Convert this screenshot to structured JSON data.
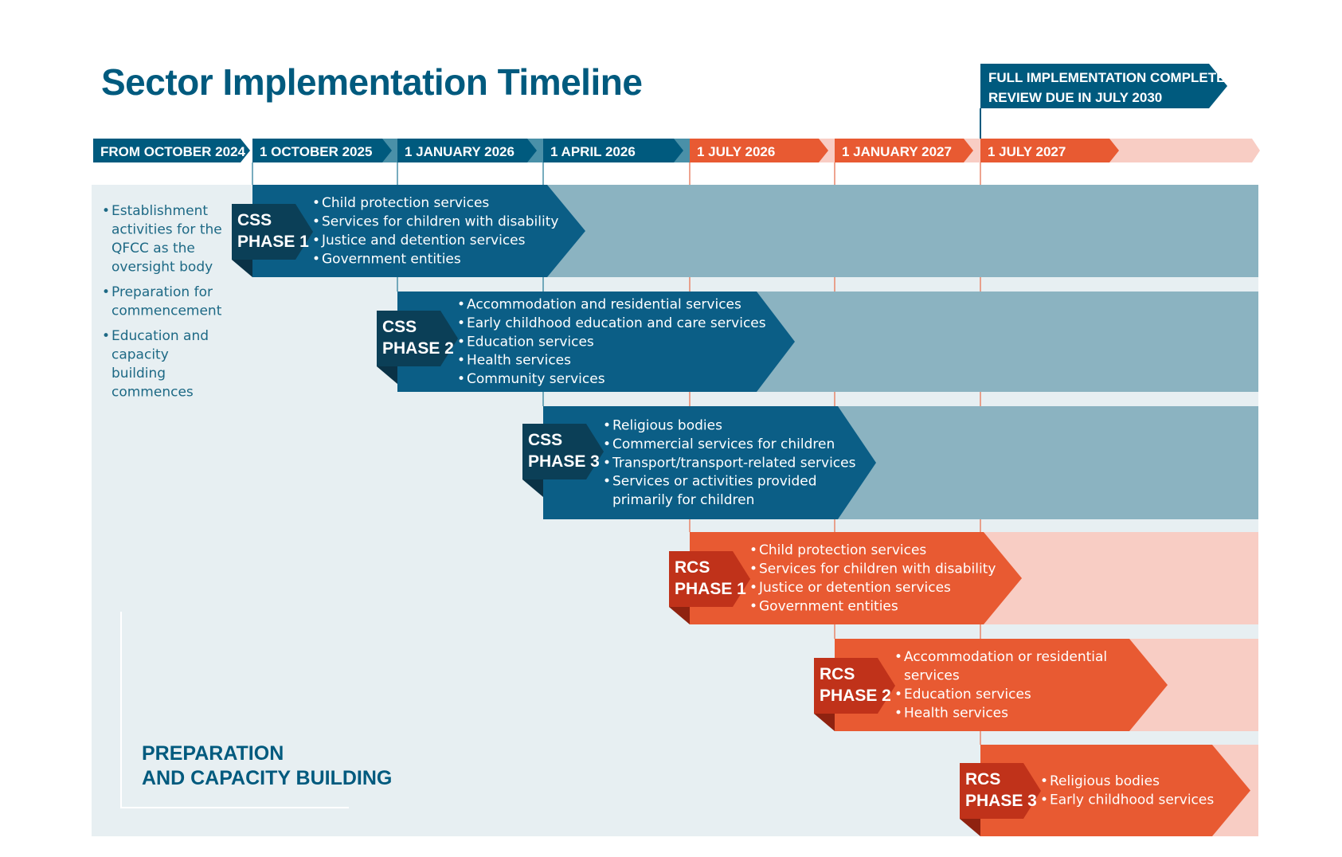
{
  "title": "Sector Implementation Timeline",
  "final_milestone": {
    "line1": "FULL IMPLEMENTATION COMPLETE",
    "line2": "REVIEW DUE IN JULY 2030"
  },
  "timeline": [
    {
      "label": "FROM OCTOBER 2024",
      "track": "CSS"
    },
    {
      "label": "1 OCTOBER 2025",
      "track": "CSS"
    },
    {
      "label": "1 JANUARY 2026",
      "track": "CSS"
    },
    {
      "label": "1 APRIL 2026",
      "track": "CSS"
    },
    {
      "label": "1 JULY 2026",
      "track": "RCS"
    },
    {
      "label": "1 JANUARY 2027",
      "track": "RCS"
    },
    {
      "label": "1 JULY 2027",
      "track": "RCS"
    }
  ],
  "preparation": {
    "bullets": [
      [
        "Establishment",
        "activities for the",
        "QFCC as the",
        "oversight body"
      ],
      [
        "Preparation for",
        "commencement"
      ],
      [
        "Education and",
        "capacity",
        "building",
        "commences"
      ]
    ],
    "label_line1": "PREPARATION",
    "label_line2": "AND CAPACITY BUILDING"
  },
  "phases": [
    {
      "scheme": "CSS",
      "badge_line1": "CSS",
      "badge_line2": "PHASE 1",
      "start": "1 OCTOBER 2025",
      "items": [
        [
          "Child protection services"
        ],
        [
          "Services for children with disability"
        ],
        [
          "Justice and detention services"
        ],
        [
          "Government entities"
        ]
      ]
    },
    {
      "scheme": "CSS",
      "badge_line1": "CSS",
      "badge_line2": "PHASE 2",
      "start": "1 JANUARY 2026",
      "items": [
        [
          "Accommodation and residential services"
        ],
        [
          "Early childhood education and care services"
        ],
        [
          "Education services"
        ],
        [
          "Health services"
        ],
        [
          "Community services"
        ]
      ]
    },
    {
      "scheme": "CSS",
      "badge_line1": "CSS",
      "badge_line2": "PHASE 3",
      "start": "1 APRIL 2026",
      "items": [
        [
          "Religious bodies"
        ],
        [
          "Commercial services for children"
        ],
        [
          "Transport/transport-related services"
        ],
        [
          "Services or activities provided",
          "primarily for children"
        ]
      ]
    },
    {
      "scheme": "RCS",
      "badge_line1": "RCS",
      "badge_line2": "PHASE 1",
      "start": "1 JULY 2026",
      "items": [
        [
          "Child protection services"
        ],
        [
          "Services for children with disability"
        ],
        [
          "Justice or detention services"
        ],
        [
          "Government entities"
        ]
      ]
    },
    {
      "scheme": "RCS",
      "badge_line1": "RCS",
      "badge_line2": "PHASE 2",
      "start": "1 JANUARY 2027",
      "items": [
        [
          "Accommodation or residential",
          "services"
        ],
        [
          "Education services"
        ],
        [
          "Health services"
        ]
      ]
    },
    {
      "scheme": "RCS",
      "badge_line1": "RCS",
      "badge_line2": "PHASE 3",
      "start": "1 JULY 2027",
      "items": [
        [
          "Religious bodies"
        ],
        [
          "Early childhood services"
        ]
      ]
    }
  ],
  "colors": {
    "css_dark": "#005a7e",
    "css_mid": "#0b5e86",
    "css_badge": "#0b3f57",
    "css_tail": "#8bb3c1",
    "css_connector": "#4a90a8",
    "rcs_main": "#e85a32",
    "rcs_badge": "#c0321a",
    "rcs_tail": "#f8cdc4",
    "background_panel": "#e7eff2",
    "text_label": "#1d6985"
  }
}
